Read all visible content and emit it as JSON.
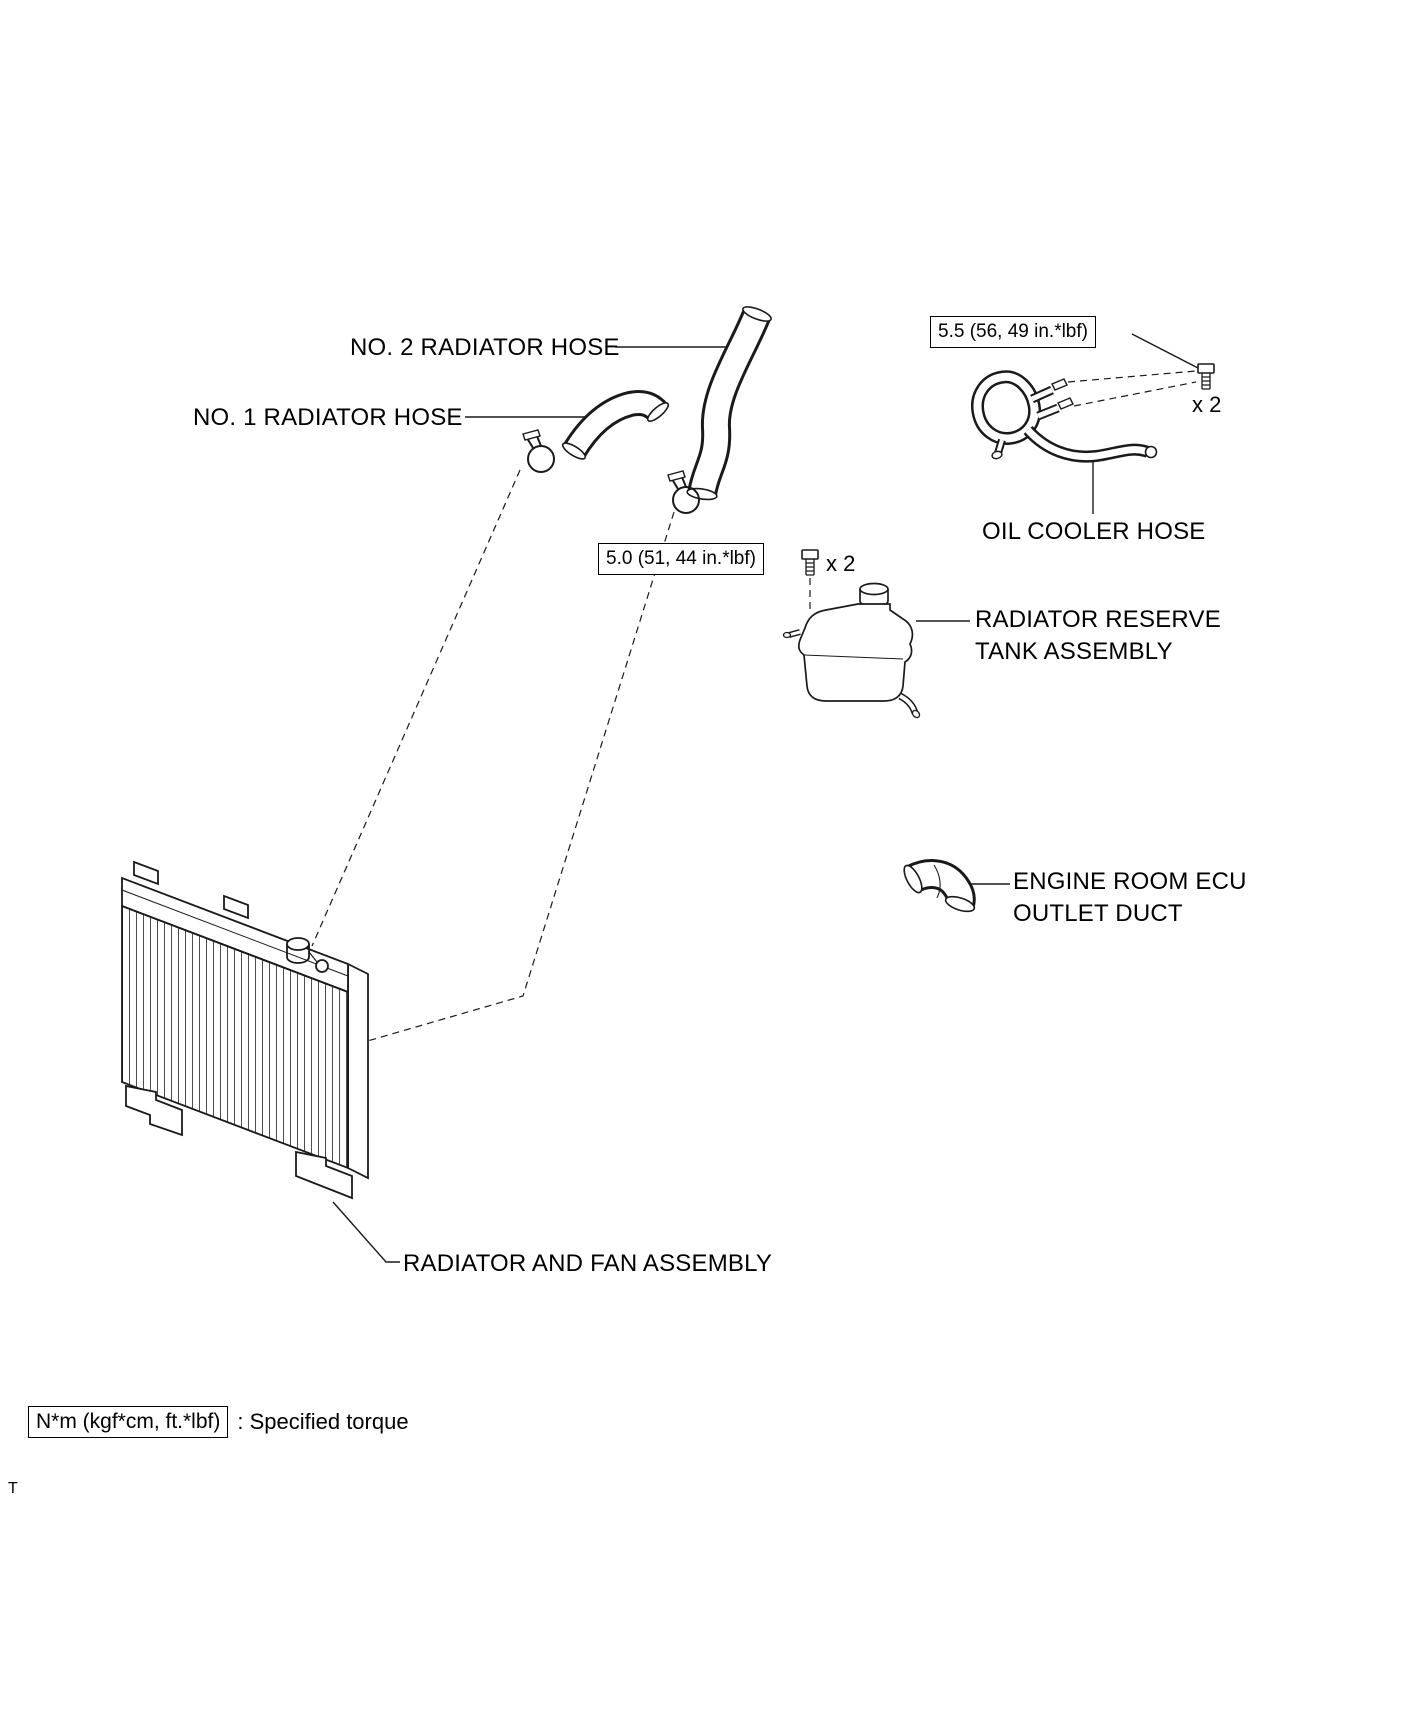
{
  "page": {
    "corner_mark": "T"
  },
  "labels": {
    "no2_radiator_hose": "NO. 2 RADIATOR HOSE",
    "no1_radiator_hose": "NO. 1 RADIATOR HOSE",
    "oil_cooler_hose": "OIL COOLER HOSE",
    "radiator_reserve_tank": "RADIATOR RESERVE TANK ASSEMBLY",
    "engine_room_ecu_outlet_duct": "ENGINE ROOM ECU OUTLET DUCT",
    "radiator_and_fan_assembly": "RADIATOR AND FAN ASSEMBLY"
  },
  "torque_specs": {
    "oil_cooler_hose_bolts": {
      "value": "5.5 (56, 49 in.*lbf)",
      "count": "x 2"
    },
    "reserve_tank_bolts": {
      "value": "5.0 (51, 44 in.*lbf)",
      "count": "x 2"
    }
  },
  "legend": {
    "unit_box": "N*m (kgf*cm, ft.*lbf)",
    "description": ": Specified torque"
  },
  "colors": {
    "line": "#1a1a1a",
    "background": "#ffffff"
  }
}
